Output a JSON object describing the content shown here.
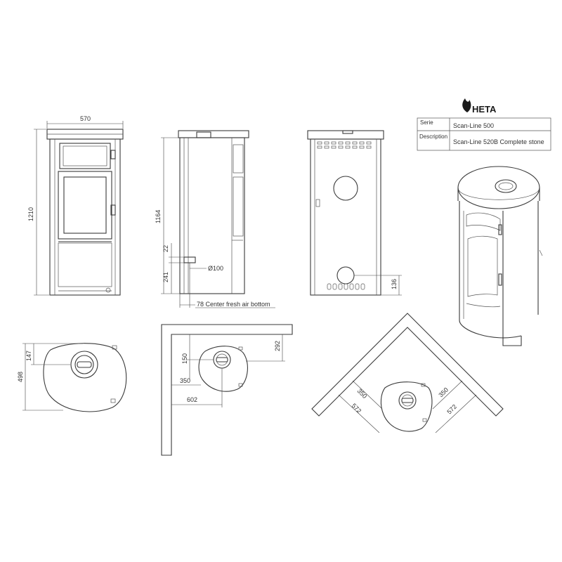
{
  "brand": {
    "name": "HETA"
  },
  "title_block": {
    "serie_label": "Serie",
    "serie_value": "Scan-Line 500",
    "description_label": "Description",
    "description_value": "Scan-Line 520B Complete stone"
  },
  "front_view": {
    "width_dim": "570",
    "height_dim": "1210"
  },
  "side_view": {
    "height_dim": "1164",
    "dim_22": "22",
    "dim_241": "241",
    "flue_dim": "Ø100",
    "fresh_air_note": "78 Center fresh air bottom"
  },
  "back_view": {
    "dim_136": "136"
  },
  "plan_view": {
    "dim_147": "147",
    "dim_498": "498"
  },
  "wall_plan": {
    "dim_292": "292",
    "dim_150": "150",
    "dim_350": "350",
    "dim_602": "602"
  },
  "corner_plan": {
    "dim_350_left": "350",
    "dim_572_left": "572",
    "dim_350_right": "350",
    "dim_572_right": "572"
  },
  "colors": {
    "line": "#3a3a3a",
    "background": "#ffffff"
  }
}
